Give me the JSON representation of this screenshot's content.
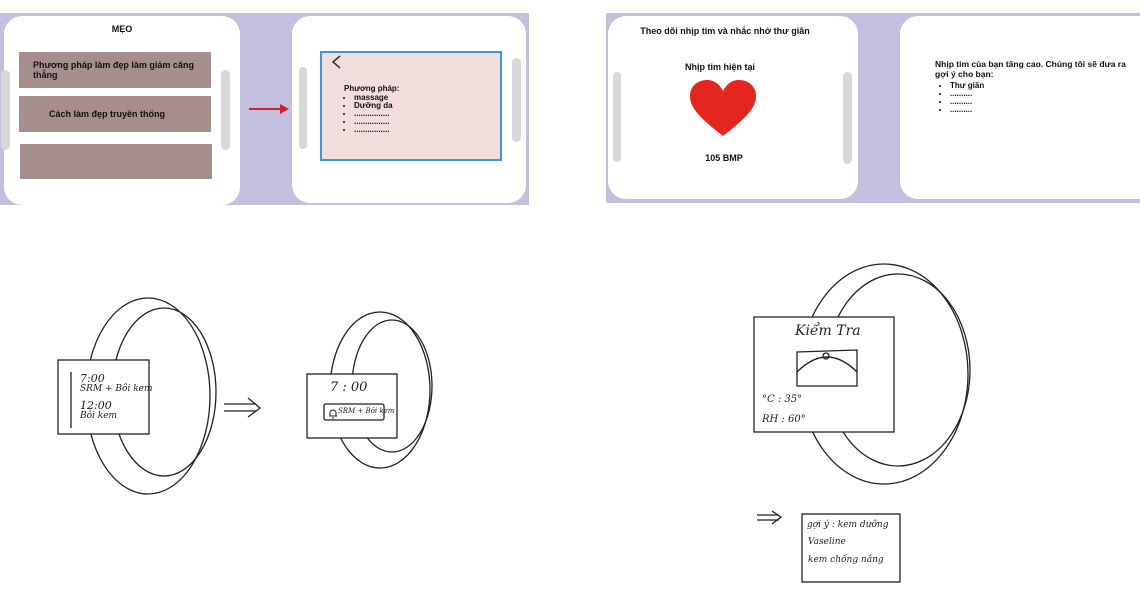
{
  "tips": {
    "title": "MẸO",
    "items": [
      "Phương pháp làm đẹp làm giảm căng thẳng",
      "Cách làm đẹp truyền thống",
      ""
    ],
    "detail": {
      "back_icon": "chevron-left-icon",
      "heading": "Phương pháp:",
      "bullets": [
        "massage",
        "Dưỡng da",
        "................",
        "................",
        "................"
      ]
    }
  },
  "heart": {
    "title": "Theo dõi nhịp tim và nhắc nhở thư giãn",
    "current_label": "Nhịp tim hiện tại",
    "icon": "heart-icon",
    "value": "105 BMP",
    "suggest_text": "Nhịp tim của bạn tăng cao. Chúng tôi sẽ đưa ra gợi ý cho bạn:",
    "bullets": [
      "Thư giãn",
      "..........",
      "..........",
      ".........."
    ]
  },
  "sketch_reminder": {
    "left_lines": [
      "7:00",
      "SRM + Bôi kem",
      "12:00",
      "Bôi kem"
    ],
    "right_time": "7 : 00",
    "right_alert": "SRM + Bôi kem",
    "bell_icon": "bell-icon"
  },
  "sketch_weather": {
    "title": "Kiểm Tra",
    "temp": "°C : 35°",
    "humidity": "RH : 60°",
    "suggestions": [
      "gợi ý : kem dưỡng",
      "Vaseline",
      "kem chống nắng"
    ]
  },
  "colors": {
    "band": "#c4bedf",
    "tip_item": "#a68e8c",
    "detail_bg": "#f2dcdc",
    "detail_border": "#3a9ad9",
    "arrow": "#c7252a",
    "heart": "#e52520"
  }
}
